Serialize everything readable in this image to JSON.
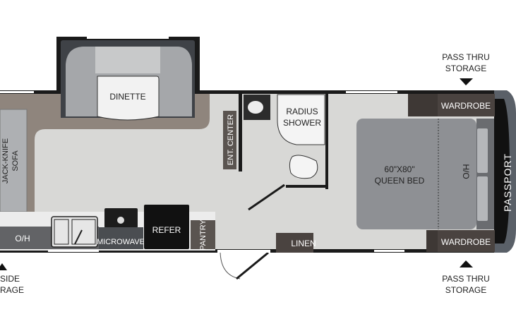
{
  "rooms": {
    "dinette": "DINETTE",
    "sofa_line1": "JACK-KNIFE",
    "sofa_line2": "SOFA",
    "ent_center": "ENT. CENTER",
    "shower_line1": "RADIUS",
    "shower_line2": "SHOWER",
    "bed_line1": "60\"X80\"",
    "bed_line2": "QUEEN BED",
    "ho_bed": "H/O",
    "wardrobe_top": "WARDROBE",
    "wardrobe_bottom": "WARDROBE",
    "linen": "LINEN",
    "pantry": "PANTRY",
    "refer": "REFER",
    "microwave": "MICROWAVE",
    "overhead": "O/H"
  },
  "callouts": {
    "pass_thru_top_line1": "PASS THRU",
    "pass_thru_top_line2": "STORAGE",
    "pass_thru_bottom_line1": "PASS THRU",
    "pass_thru_bottom_line2": "STORAGE",
    "side_storage_line1": "SIDE",
    "side_storage_line2": "RAGE"
  },
  "brand": "PASSPORT",
  "colors": {
    "floor": "#d8d8d6",
    "carpet": "#8f857d",
    "cabinet": "#4a4340",
    "wall": "#1a1a1a"
  }
}
